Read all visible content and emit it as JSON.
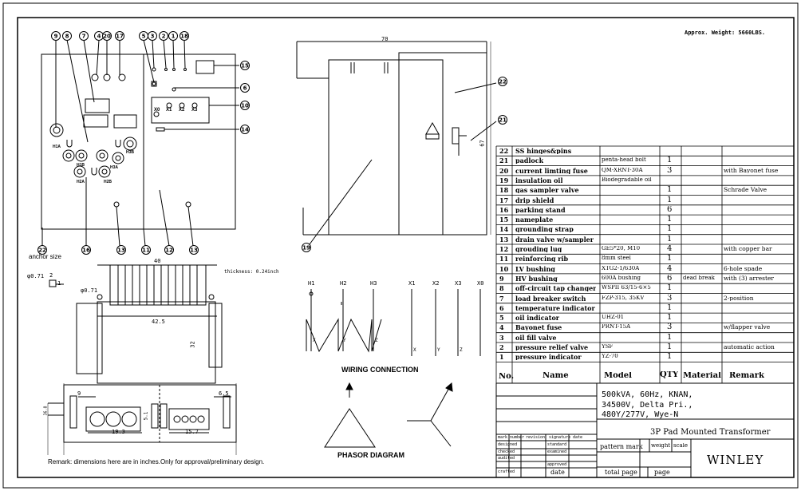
{
  "approx_weight": "Approx. Weight: 5660LBS.",
  "anchor_size": "anchor size",
  "thickness": "thickness: 0.24inch",
  "remark_note": "Remark: dimensions here are in inches.Only for approval/preliminary design.",
  "wiring_title": "WIRING CONNECTION",
  "phasor_title": "PHASOR DIAGRAM",
  "balloons_front": [
    "9",
    "8",
    "7",
    "4",
    "20",
    "17",
    "5",
    "3",
    "2",
    "1",
    "18",
    "15",
    "6",
    "10",
    "14",
    "22",
    "16",
    "13",
    "12",
    "11",
    "13"
  ],
  "balloons_side": [
    "22",
    "21",
    "19"
  ],
  "front_labels": {
    "h1a": "H1A",
    "h1b": "H1B",
    "h2a": "H2A",
    "h2b": "H2B",
    "h3a": "H3A",
    "h3b": "H3B",
    "x0": "X0",
    "x1": "X1",
    "x2": "X2",
    "x3": "X3"
  },
  "dims": {
    "side_top": "70",
    "side_right": "67",
    "base_top": "40",
    "base_mid": "42.5",
    "base_right": "32",
    "phi1": "φ0.71",
    "phi2": "φ0.71",
    "small_2": "2",
    "small_1": "1",
    "bot_left": "19.3",
    "bot_right": "15.7",
    "bot_9": "9",
    "bot_65": "6.5",
    "bot_side": "36.8",
    "bot_mid": "5.1"
  },
  "wiring": {
    "h": [
      "H1",
      "H2",
      "H3"
    ],
    "x": [
      "X1",
      "X2",
      "X3",
      "X0"
    ],
    "hv_taps": [
      "X",
      "Y",
      "Z"
    ],
    "lv_taps": [
      "X",
      "Y",
      "Z"
    ]
  },
  "bom_header": {
    "no": "No.",
    "name": "Name",
    "model": "Model",
    "qty": "QTY",
    "material": "Material",
    "remark": "Remark"
  },
  "bom": [
    {
      "no": "22",
      "name": "SS hinges&pins",
      "model": "",
      "qty": "",
      "material": "",
      "remark": ""
    },
    {
      "no": "21",
      "name": "padlock",
      "model": "penta-head bolt",
      "qty": "1",
      "material": "",
      "remark": ""
    },
    {
      "no": "20",
      "name": "current limting fuse",
      "model": "QM-XRNT-30A",
      "qty": "3",
      "material": "",
      "remark": "with Bayonet fuse"
    },
    {
      "no": "19",
      "name": "insulation oil",
      "model": "Biodegradable oil",
      "qty": "",
      "material": "",
      "remark": ""
    },
    {
      "no": "18",
      "name": "gas sampler valve",
      "model": "",
      "qty": "1",
      "material": "",
      "remark": "Schrade Valve"
    },
    {
      "no": "17",
      "name": "drip shield",
      "model": "",
      "qty": "1",
      "material": "",
      "remark": ""
    },
    {
      "no": "16",
      "name": "parking stand",
      "model": "",
      "qty": "6",
      "material": "",
      "remark": ""
    },
    {
      "no": "15",
      "name": "nameplate",
      "model": "",
      "qty": "1",
      "material": "",
      "remark": ""
    },
    {
      "no": "14",
      "name": "grounding strap",
      "model": "",
      "qty": "1",
      "material": "",
      "remark": ""
    },
    {
      "no": "13",
      "name": "drain valve w/sampler",
      "model": "",
      "qty": "1",
      "material": "",
      "remark": ""
    },
    {
      "no": "12",
      "name": "grouding lug",
      "model": "GE5*20, M10",
      "qty": "4",
      "material": "",
      "remark": "with copper bar"
    },
    {
      "no": "11",
      "name": "reinforcing rib",
      "model": "8mm steel",
      "qty": "1",
      "material": "",
      "remark": ""
    },
    {
      "no": "10",
      "name": "LV bushing",
      "model": "XTG2-1/630A",
      "qty": "4",
      "material": "",
      "remark": "6-hole spade"
    },
    {
      "no": "9",
      "name": "HV bushing",
      "model": "600A bushing",
      "qty": "6",
      "material": "dead break",
      "remark": "with (3) arrester"
    },
    {
      "no": "8",
      "name": "off-circuit tap changer",
      "model": "WSPII 63/15-6×5",
      "qty": "1",
      "material": "",
      "remark": ""
    },
    {
      "no": "7",
      "name": "load breaker switch",
      "model": "FZP-315, 35KV",
      "qty": "3",
      "material": "",
      "remark": "2-position"
    },
    {
      "no": "6",
      "name": "temperature indicator",
      "model": "",
      "qty": "1",
      "material": "",
      "remark": ""
    },
    {
      "no": "5",
      "name": "oil indicator",
      "model": "UHZ-01",
      "qty": "1",
      "material": "",
      "remark": ""
    },
    {
      "no": "4",
      "name": "Bayonet fuse",
      "model": "PRNT-15A",
      "qty": "3",
      "material": "",
      "remark": "w/flapper valve"
    },
    {
      "no": "3",
      "name": "oil fill valve",
      "model": "",
      "qty": "1",
      "material": "",
      "remark": ""
    },
    {
      "no": "2",
      "name": "pressure relief valve",
      "model": "YSF",
      "qty": "1",
      "material": "",
      "remark": "automatic action"
    },
    {
      "no": "1",
      "name": "pressure indicator",
      "model": "YZ-70",
      "qty": "1",
      "material": "",
      "remark": ""
    }
  ],
  "spec_lines": [
    "500kVA, 60Hz, KNAN,",
    "34500V, Delta Pri.,",
    "480Y/277V, Wye-N"
  ],
  "product_title": "3P Pad Mounted Transformer",
  "company": "WINLEY",
  "title_block": {
    "mark": "mark",
    "number": "number",
    "revision": "revision",
    "signature": "signature",
    "date_small": "date",
    "designed": "designed",
    "checked": "checked",
    "audited": "audited",
    "crafted": "crafted",
    "standard": "standard",
    "examined": "examined",
    "approved": "approved",
    "date": "date",
    "pattern_mark": "pattern mark",
    "weight": "weight",
    "scale": "scale",
    "total_page": "total page",
    "page": "page"
  }
}
